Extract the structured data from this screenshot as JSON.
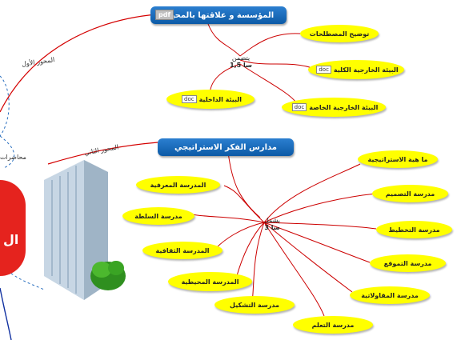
{
  "top": {
    "title": "المؤسسة و علاقتها بالمحيط",
    "badge": "pdf",
    "center_label": "يتضمن",
    "center_time": "سا 1,5",
    "items": [
      {
        "label": "توضيح المصطلحات"
      },
      {
        "label": "البيئة الخارجية الكلية",
        "badge": "doc"
      },
      {
        "label": "البيئة الداخلية",
        "badge": "doc"
      },
      {
        "label": "البيئة الخارجية الخاصة",
        "badge": "doc"
      }
    ]
  },
  "bottom": {
    "title": "مدارس الفكر الاستراتيجي",
    "center_label": "يشمل",
    "center_time": "سا 3",
    "items": [
      {
        "label": "ما هية الاستراتيجية"
      },
      {
        "label": "المدرسة المعرفية"
      },
      {
        "label": "مدرسة التصميم"
      },
      {
        "label": "مدرسة السلطة"
      },
      {
        "label": "مدرسة التخطيط"
      },
      {
        "label": "المدرسة الثقافية"
      },
      {
        "label": "مدرسة التموقع"
      },
      {
        "label": "المدرسة المحيطية"
      },
      {
        "label": "مدرسة المقاولاتية"
      },
      {
        "label": "مدرسة التشكيل"
      },
      {
        "label": "مدرسة التعلم"
      }
    ]
  },
  "axes": {
    "axis1": "المحور الأول",
    "axis2": "المحور الثاني",
    "side": "محاضرات"
  },
  "central_partial": "ال",
  "colors": {
    "header": "#0c5aa6",
    "node": "#ffff00",
    "line": "#d40000",
    "central": "#e5231e"
  }
}
